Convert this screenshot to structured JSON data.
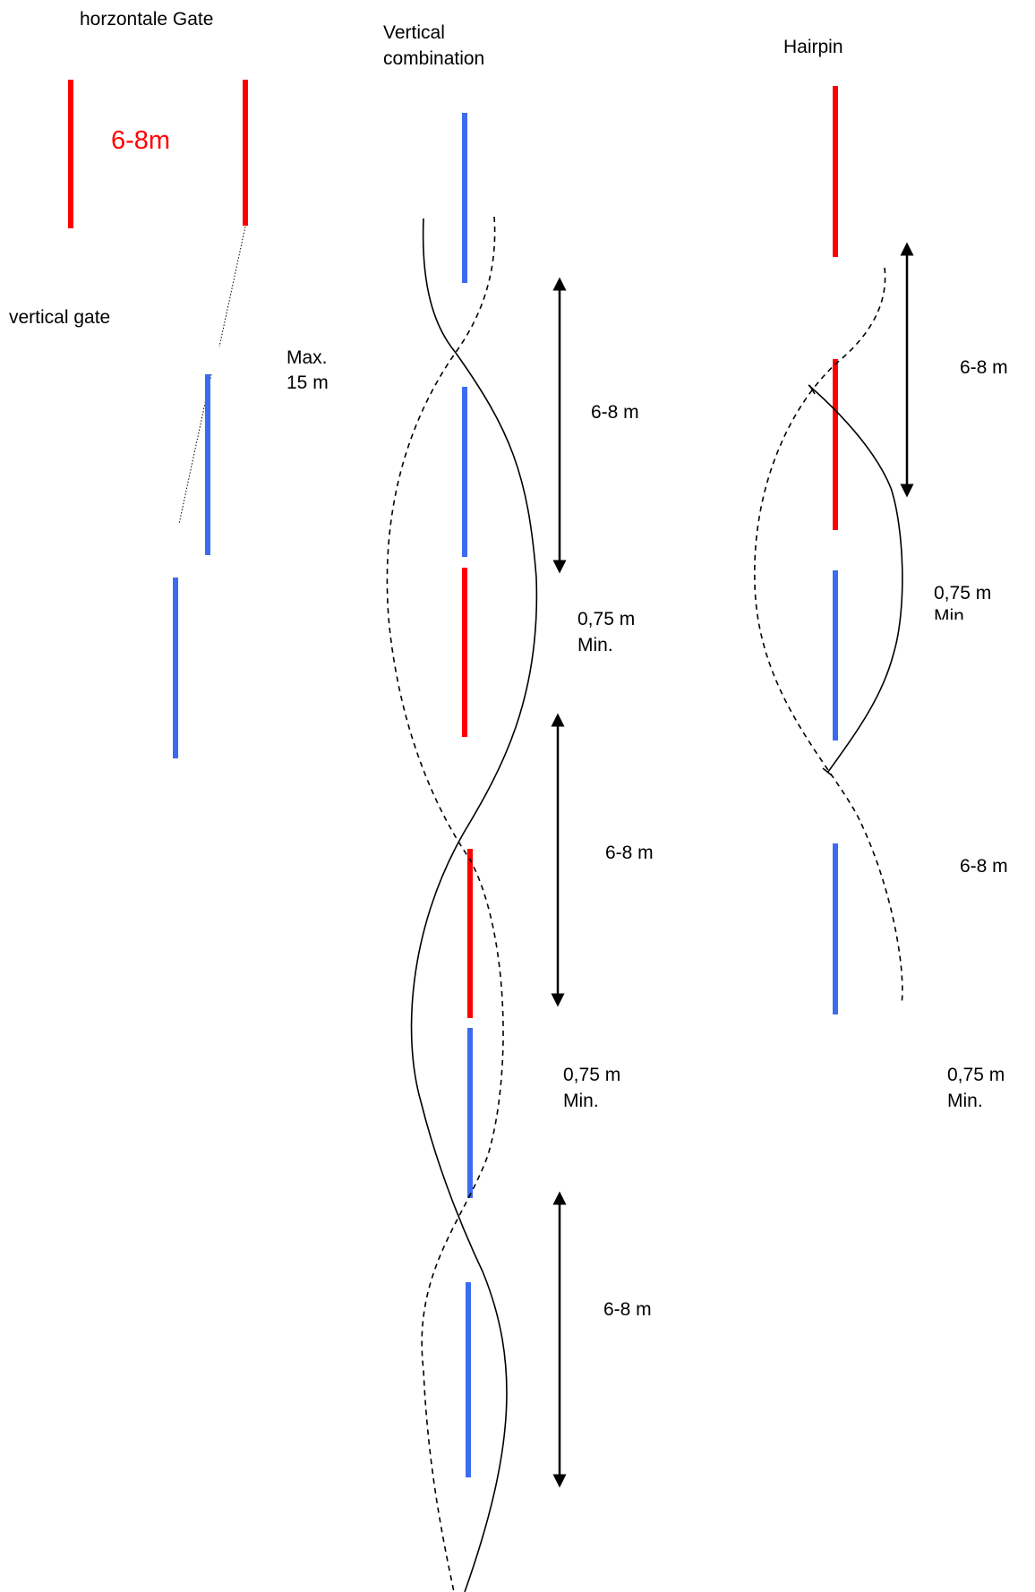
{
  "colors": {
    "red_pole": "#ff0000",
    "blue_pole": "#3b6cf0",
    "line": "#000000",
    "background": "#ffffff"
  },
  "titles": {
    "horizontal_gate": "horzontale Gate",
    "vertical_combination_1": "Vertical",
    "vertical_combination_2": "combination",
    "hairpin": "Hairpin",
    "vertical_gate": "vertical gate"
  },
  "labels": {
    "horizontal_width": "6-8m",
    "max_1": "Max.",
    "max_2": "15 m",
    "vc_dist_1": "6-8 m",
    "vc_min_1a": "0,75 m",
    "vc_min_1b": "Min.",
    "vc_dist_2": "6-8 m",
    "vc_min_2a": "0,75 m",
    "vc_min_2b": "Min.",
    "vc_dist_3": "6-8 m",
    "hp_dist_1": "6-8 m",
    "hp_min_1a": "0,75 m",
    "hp_min_1b": "Min.",
    "hp_dist_2": "6-8 m",
    "hp_min_2a": "0,75 m",
    "hp_min_2b": "Min."
  },
  "poles": [
    {
      "id": "hg-left",
      "color": "red"
    },
    {
      "id": "hg-right",
      "color": "red"
    },
    {
      "id": "vg-upper",
      "color": "blue"
    },
    {
      "id": "vg-lower",
      "color": "blue"
    },
    {
      "id": "vc-1",
      "color": "blue"
    },
    {
      "id": "vc-2",
      "color": "blue"
    },
    {
      "id": "vc-3",
      "color": "red"
    },
    {
      "id": "vc-4",
      "color": "red"
    },
    {
      "id": "vc-5",
      "color": "blue"
    },
    {
      "id": "vc-6",
      "color": "blue"
    },
    {
      "id": "hp-1",
      "color": "red"
    },
    {
      "id": "hp-2",
      "color": "red"
    },
    {
      "id": "hp-3",
      "color": "blue"
    },
    {
      "id": "hp-4",
      "color": "blue"
    }
  ]
}
